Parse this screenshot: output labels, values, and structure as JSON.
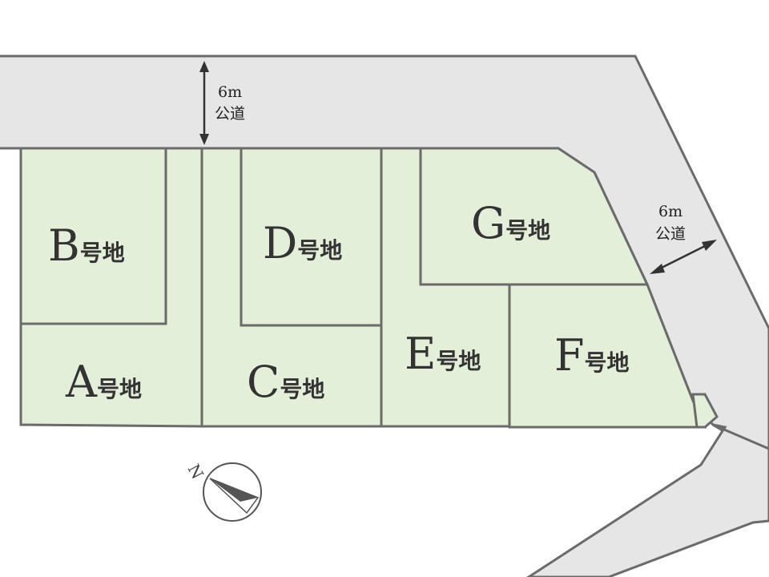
{
  "roads": {
    "north": {
      "width_label": "6m",
      "type_label": "公道"
    },
    "east": {
      "width_label": "6m",
      "type_label": "公道"
    }
  },
  "lots": [
    {
      "id": "A",
      "letter": "A",
      "suffix": "号地"
    },
    {
      "id": "B",
      "letter": "B",
      "suffix": "号地"
    },
    {
      "id": "C",
      "letter": "C",
      "suffix": "号地"
    },
    {
      "id": "D",
      "letter": "D",
      "suffix": "号地"
    },
    {
      "id": "E",
      "letter": "E",
      "suffix": "号地"
    },
    {
      "id": "F",
      "letter": "F",
      "suffix": "号地"
    },
    {
      "id": "G",
      "letter": "G",
      "suffix": "号地"
    }
  ],
  "compass": {
    "label": "N"
  },
  "colors": {
    "lot_fill": "#e4efd9",
    "road_fill": "#e6e6e6",
    "outline": "#6b6b6b"
  }
}
